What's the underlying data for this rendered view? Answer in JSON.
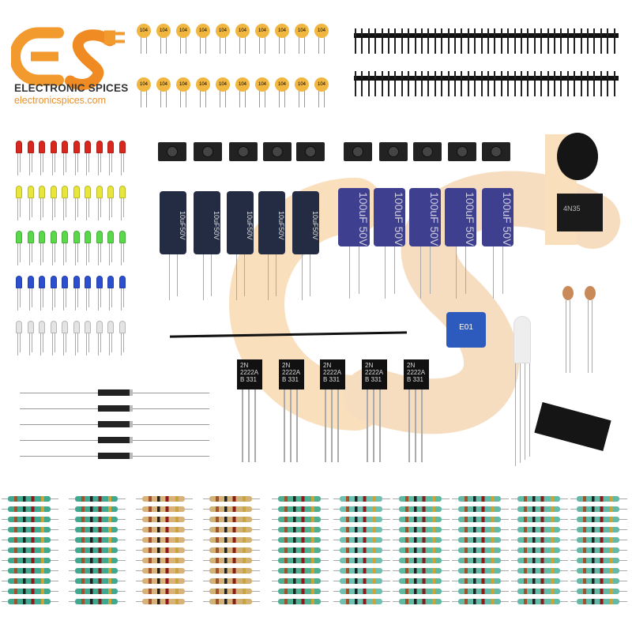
{
  "brand": {
    "name": "ELECTRONIC SPICES",
    "url": "electronicspices.com",
    "logo_text": "ES",
    "colors": {
      "orange": "#f29a2e",
      "dark": "#333333"
    }
  },
  "components": {
    "ceramic_capacitor_label": "104",
    "electrolytic_small_label": "10uF50V",
    "electrolytic_large_label": "100uF 50V",
    "transistor": {
      "line1": "2N",
      "line2": "2222A",
      "line3": "B 331"
    },
    "trimpot_label": "E01",
    "optocoupler_label": "4N35",
    "led_colors": [
      "#d9271e",
      "#e8e63a",
      "#59d94a",
      "#2c4fd0",
      "#e4e4e4"
    ],
    "resistor_body_colors": [
      "#3fa88e",
      "#3fa88e",
      "#d8b27a",
      "#d2b176",
      "#4fae8f",
      "#6fc0b0",
      "#5fb8a0",
      "#63b9a6",
      "#62bca8",
      "#63b9a6"
    ]
  }
}
